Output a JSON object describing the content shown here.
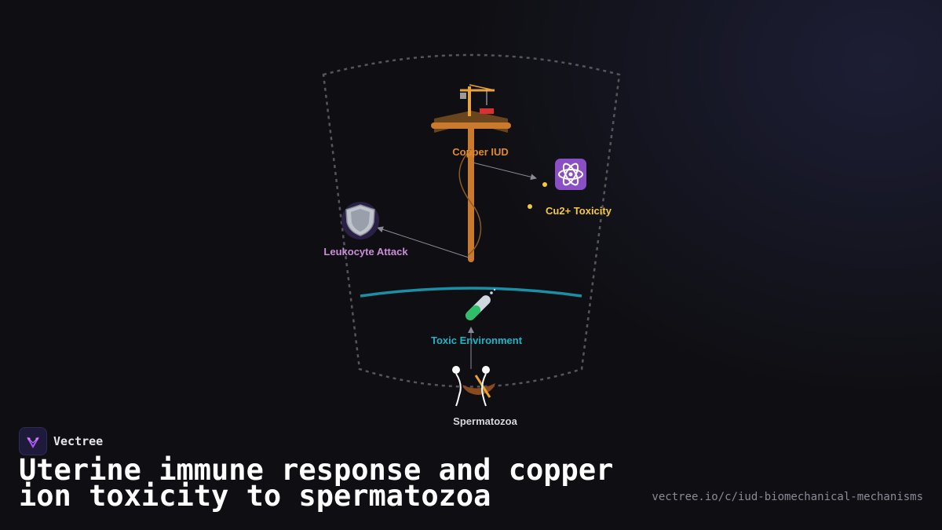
{
  "diagram": {
    "nodes": {
      "iud": {
        "label": "Copper IUD",
        "icon": "construction-crane-icon",
        "color": "#e08a2e"
      },
      "toxicity": {
        "label": "Cu2+ Toxicity",
        "icon": "atom-icon",
        "color": "#f5c842"
      },
      "leukocyte": {
        "label": "Leukocyte Attack",
        "icon": "shield-icon",
        "color": "#c98ed8"
      },
      "environment": {
        "label": "Toxic Environment",
        "icon": "test-tube-icon",
        "color": "#1ab5c8"
      },
      "sperm": {
        "label": "Spermatozoa",
        "icon": "canoe-icon",
        "color": "#d8d8dc"
      }
    },
    "edges": [
      {
        "from": "iud",
        "to": "toxicity"
      },
      {
        "from": "iud",
        "to": "leukocyte"
      },
      {
        "from": "sperm",
        "to": "environment"
      }
    ]
  },
  "brand": {
    "name": "Vectree"
  },
  "title": "Uterine immune response and copper ion toxicity to spermatozoa",
  "url": "vectree.io/c/iud-biomechanical-mechanisms"
}
